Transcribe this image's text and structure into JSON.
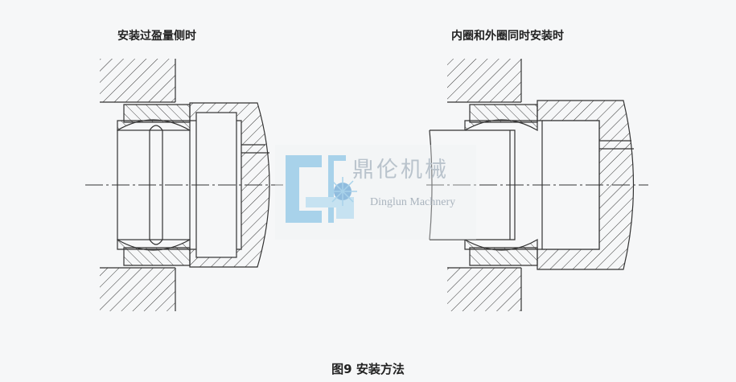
{
  "labels": {
    "left": "安装过盈量侧时",
    "right": "内圈和外圈同时安装时"
  },
  "caption": "图9  安装方法",
  "watermark": {
    "chinese": "鼎伦机械",
    "english": "Dinglun Machnery"
  }
}
